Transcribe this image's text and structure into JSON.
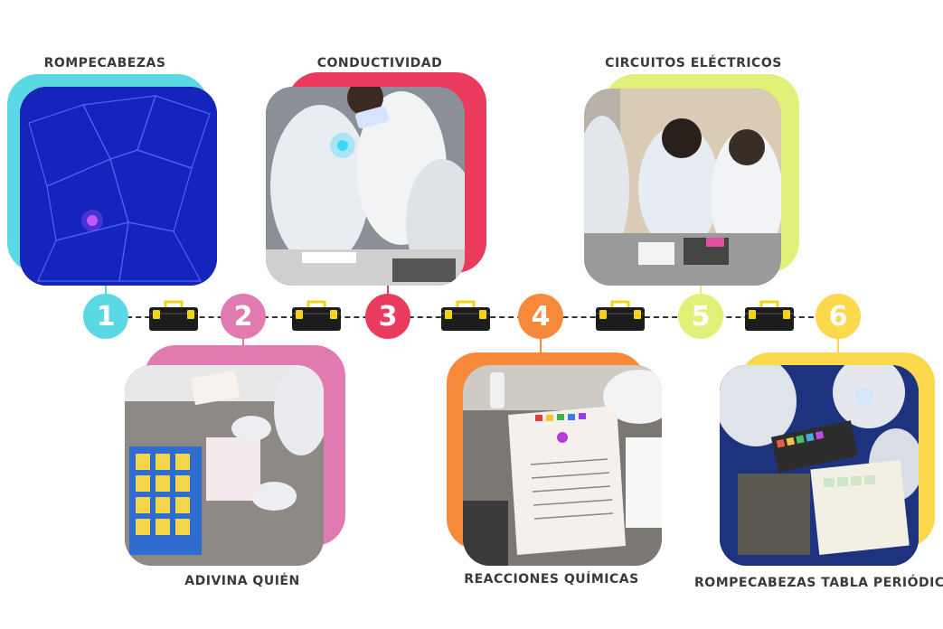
{
  "stations": [
    {
      "number": "1",
      "title": "ROMPECABEZAS",
      "color": "#5ad8e4"
    },
    {
      "number": "2",
      "title": "ADIVINA QUIÉN",
      "color": "#e07ab0"
    },
    {
      "number": "3",
      "title": "CONDUCTIVIDAD",
      "color": "#ea3b5e"
    },
    {
      "number": "4",
      "title": "REACCIONES QUÍMICAS",
      "color": "#f7893a"
    },
    {
      "number": "5",
      "title": "CIRCUITOS ELÉCTRICOS",
      "color": "#e2f07a"
    },
    {
      "number": "6",
      "title": "ROMPECABEZAS TABLA PERIÓDICA",
      "color": "#fbd84c"
    }
  ],
  "toolbox_icon": "toolbox-icon",
  "toolbox_colors": {
    "body": "#1c1c1c",
    "handle": "#f2d21a"
  }
}
